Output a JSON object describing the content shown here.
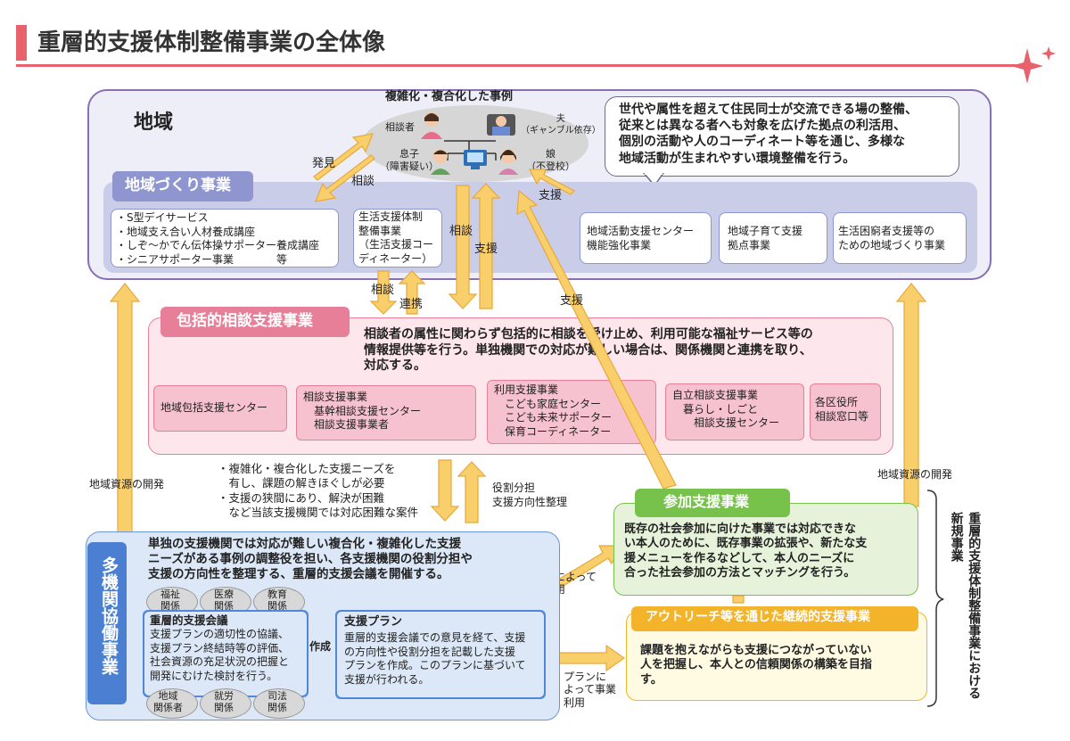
{
  "header": {
    "title": "重層的支援体制整備事業の全体像"
  },
  "chiiki": {
    "label": "地域",
    "case_title": "複雑化・複合化した事例",
    "person_consultant": "相談者",
    "person_husband": "夫\n（ギャンブル依存）",
    "person_son": "息子\n（障害疑い）",
    "person_daughter": "娘\n（不登校）",
    "bubble": "世代や属性を超えて住民同士が交流できる場の整備、\n従来とは異なる者へも対象を広げた拠点の利活用、\n個別の活動や人のコーディネート等を通じ、多様な\n地域活動が生まれやすい環境整備を行う。",
    "hakken": "発見",
    "soudan1": "相談"
  },
  "chiiki_zukuri": {
    "label": "地域づくり事業",
    "box1": "・S型デイサービス\n・地域支え合い人材養成講座\n・しぞ～かでん伝体操サポーター養成講座\n・シニアサポーター事業　　　　等",
    "box2": "生活支援体制\n整備事業\n（生活支援コー\nディネーター）",
    "box3": "地域活動支援センター\n機能強化事業",
    "box4": "地域子育て支援\n拠点事業",
    "box5": "生活困窮者支援等の\nための地域づくり事業"
  },
  "arrows": {
    "soudan_center": "相談",
    "shien_center": "支援",
    "shien_diag": "支援",
    "shien_bottom": "支援",
    "soudan_left": "相談",
    "renkei": "連携",
    "yakuwari": "役割分担\n支援方向性整理",
    "chiiki_shigen_left": "地域資源の開発",
    "chiiki_shigen_right": "地域資源の開発",
    "plan_sanka": "プランによって\n事業利用",
    "plan_outreach": "プランに\nよって事業\n利用"
  },
  "houkatsu": {
    "label": "包括的相談支援事業",
    "desc": "相談者の属性に関わらず包括的に相談を受け止め、利用可能な福祉サービス等の\n情報提供等を行う。単独機関での対応が難しい場合は、関係機関と連携を取り、\n対応する。",
    "box1": "地域包括支援センター",
    "box2": "相談支援事業\n　基幹相談支援センター\n　相談支援事業者",
    "box3": "利用支援事業\n　こども家庭センター\n　こども未来サポーター\n　保育コーディネーター",
    "box4": "自立相談支援事業\n　暮らし・しごと\n　　相談支援センター",
    "box5": "各区役所\n相談窓口等"
  },
  "notes": {
    "text": "・複雑化・複合化した支援ニーズを\n　有し、課題の解きほぐしが必要\n・支援の狭間にあり、解決が困難\n　など当該支援機関では対応困難な案件"
  },
  "takikan": {
    "label": "多機関協働事業",
    "desc": "単独の支援機関では対応が難しい複合化・複雑化した支援\nニーズがある事例の調整役を担い、各支援機関の役割分担や\n支援の方向性を整理する、重層的支援会議を開催する。",
    "ovals_top": [
      "福祉\n関係",
      "医療\n関係",
      "教育\n関係"
    ],
    "ovals_bottom": [
      "地域\n関係者",
      "就労\n関係",
      "司法\n関係"
    ],
    "kaigi_title": "重層的支援会議",
    "kaigi_text": "支援プランの適切性の協議、\n支援プラン終結時等の評価、\n社会資源の充足状況の把握と\n開発にむけた検討を行う。",
    "sakusei": "作成",
    "plan_title": "支援プラン",
    "plan_text": "重層的支援会議での意見を経て、支援\nの方向性や役割分担を記載した支援\nプランを作成。このプランに基づいて\n支援が行われる。"
  },
  "sanka": {
    "label": "参加支援事業",
    "desc": "既存の社会参加に向けた事業では対応できな\nい本人のために、既存事業の拡張や、新たな支\n援メニューを作るなどして、本人のニーズに\n合った社会参加の方法とマッチングを行う。"
  },
  "outreach": {
    "label": "アウトリーチ等を通じた継続的支援事業",
    "desc": "課題を抱えながらも支援につながっていない\n人を把握し、本人との信頼関係の構築を目指\nす。"
  },
  "side_label": "重層的支援体制整備事業における新規事業",
  "colors": {
    "chiiki_bg": "#eeeef8",
    "chiiki_border": "#8a6fb5",
    "zukuri_bg": "#c9cde8",
    "zukuri_tag": "#8f96cf",
    "houkatsu_bg": "#fde7ec",
    "houkatsu_tag": "#e87f99",
    "takikan_bg": "#dce8f7",
    "takikan_tag": "#4a7fd1",
    "sanka_bg": "#e6f2d9",
    "sanka_tag": "#77c24a",
    "outreach_bg": "#fffbe3",
    "outreach_tag": "#f3b32a",
    "arrow": "#f9cf6c",
    "arrow_border": "#e8a83a",
    "accent_pink": "#e8626d"
  }
}
